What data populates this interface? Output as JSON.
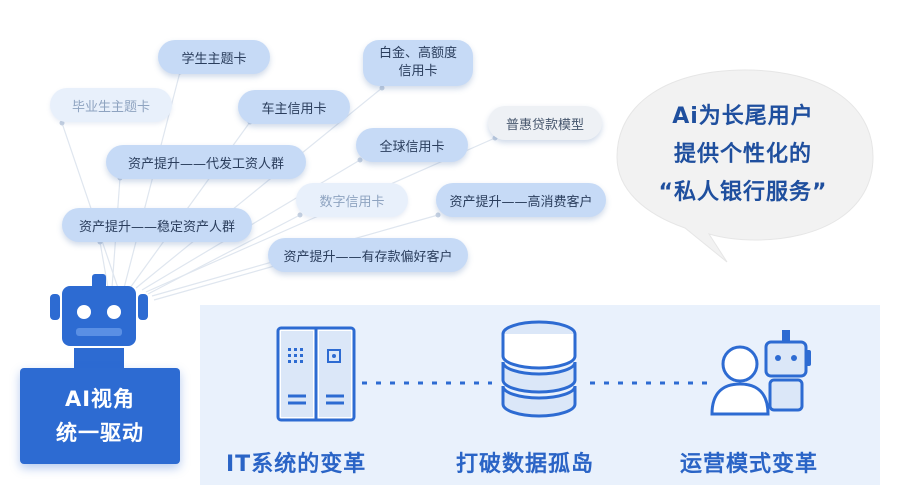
{
  "tags": {
    "graduate": "毕业生主题卡",
    "student": "学生主题卡",
    "car_owner": "车主信用卡",
    "gold_high_line1": "白金、高额度",
    "gold_high_line2": "信用卡",
    "migrant_workers": "资产提升——代发工资人群",
    "global_card": "全球信用卡",
    "inclusive_loan": "普惠贷款模型",
    "digital_card": "数字信用卡",
    "high_consumption": "资产提升——高消费客户",
    "stable_assets": "资产提升——稳定资产人群",
    "deposit_preference": "资产提升——有存款偏好客户"
  },
  "speech_bubble": {
    "line1": "Ai为长尾用户",
    "line2": "提供个性化的",
    "line3": "“私人银行服务”"
  },
  "ai_box": {
    "line1": "AI视角",
    "line2": "统一驱动"
  },
  "pipeline": {
    "step1": "IT系统的变革",
    "step2": "打破数据孤岛",
    "step3": "运营模式变革"
  },
  "colors": {
    "primary": "#2d6bd2",
    "tag_mid": "#c6daf6",
    "tag_light": "#e8f0fb",
    "panel": "#e9f1fc",
    "text_dark": "#1f4f9e"
  },
  "icons": [
    "robot-icon",
    "server-cabinet-icon",
    "database-icon",
    "person-robot-icon"
  ]
}
